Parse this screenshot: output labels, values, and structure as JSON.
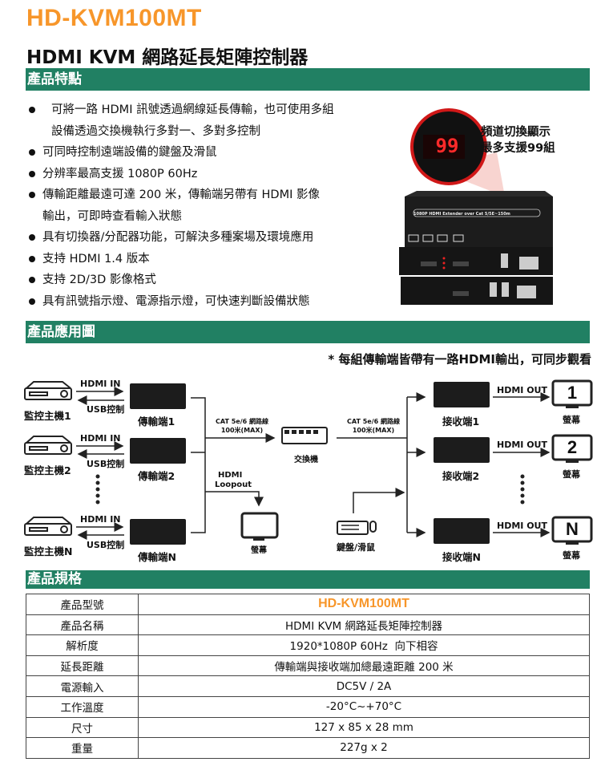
{
  "header": {
    "model": "HD-KVM100MT",
    "title": "HDMI KVM 網路延長矩陣控制器"
  },
  "sections": {
    "features": "產品特點",
    "application": "產品應用圖",
    "specs": "產品規格"
  },
  "features": [
    "可將一路 HDMI 訊號透過網線延長傳輸，也可使用多組",
    "設備透過交換機執行多對一、多對多控制",
    "可同時控制遠端設備的鍵盤及滑鼠",
    "分辨率最高支援 1080P 60Hz",
    "傳輸距離最遠可達 200 米，傳輸端另帶有 HDMI 影像",
    "輸出，可即時查看輸入狀態",
    "具有切換器/分配器功能，可解決多種案場及環境應用",
    "支持 HDMI 1.4 版本",
    "支持 2D/3D 影像格式",
    "具有訊號指示燈、電源指示燈，可快速判斷設備狀態"
  ],
  "product_image": {
    "display": "99",
    "callout_line1": "頻道切換顯示",
    "callout_line2": "最多支援99組",
    "panel_text": "1080P HDMI Extender over Cat 5/5E~150m"
  },
  "diagram": {
    "note": "* 每組傳輸端皆帶有一路HDMI輸出，可同步觀看",
    "hdmi_in": "HDMI IN",
    "usb": "USB控制",
    "hosts": [
      "監控主機1",
      "監控主機2",
      "監控主機N"
    ],
    "transmitters": [
      "傳輸端1",
      "傳輸端2",
      "傳輸端N"
    ],
    "cable_line1": "CAT 5e/6 網路線",
    "cable_line2": "100米(MAX)",
    "loopout_line1": "HDMI",
    "loopout_line2": "Loopout",
    "monitor": "螢幕",
    "switch": "交換機",
    "keyboard": "鍵盤/滑鼠",
    "receivers": [
      "接收端1",
      "接收端2",
      "接收端N"
    ],
    "hdmi_out": "HDMI OUT",
    "screens": [
      "1",
      "2",
      "N"
    ]
  },
  "specs": [
    {
      "k": "產品型號",
      "v": "HD-KVM100MT"
    },
    {
      "k": "產品名稱",
      "v": "HDMI KVM 網路延長矩陣控制器"
    },
    {
      "k": "解析度",
      "v": "1920*1080P 60Hz  向下相容"
    },
    {
      "k": "延長距離",
      "v": "傳輸端與接收端加總最遠距離 200 米"
    },
    {
      "k": "電源輸入",
      "v": "DC5V / 2A"
    },
    {
      "k": "工作溫度",
      "v": "-20°C~+70°C"
    },
    {
      "k": "尺寸",
      "v": "127 x 85 x 28 mm"
    },
    {
      "k": "重量",
      "v": "227g x 2"
    }
  ],
  "colors": {
    "accent": "#f7962a",
    "section": "#218063"
  }
}
